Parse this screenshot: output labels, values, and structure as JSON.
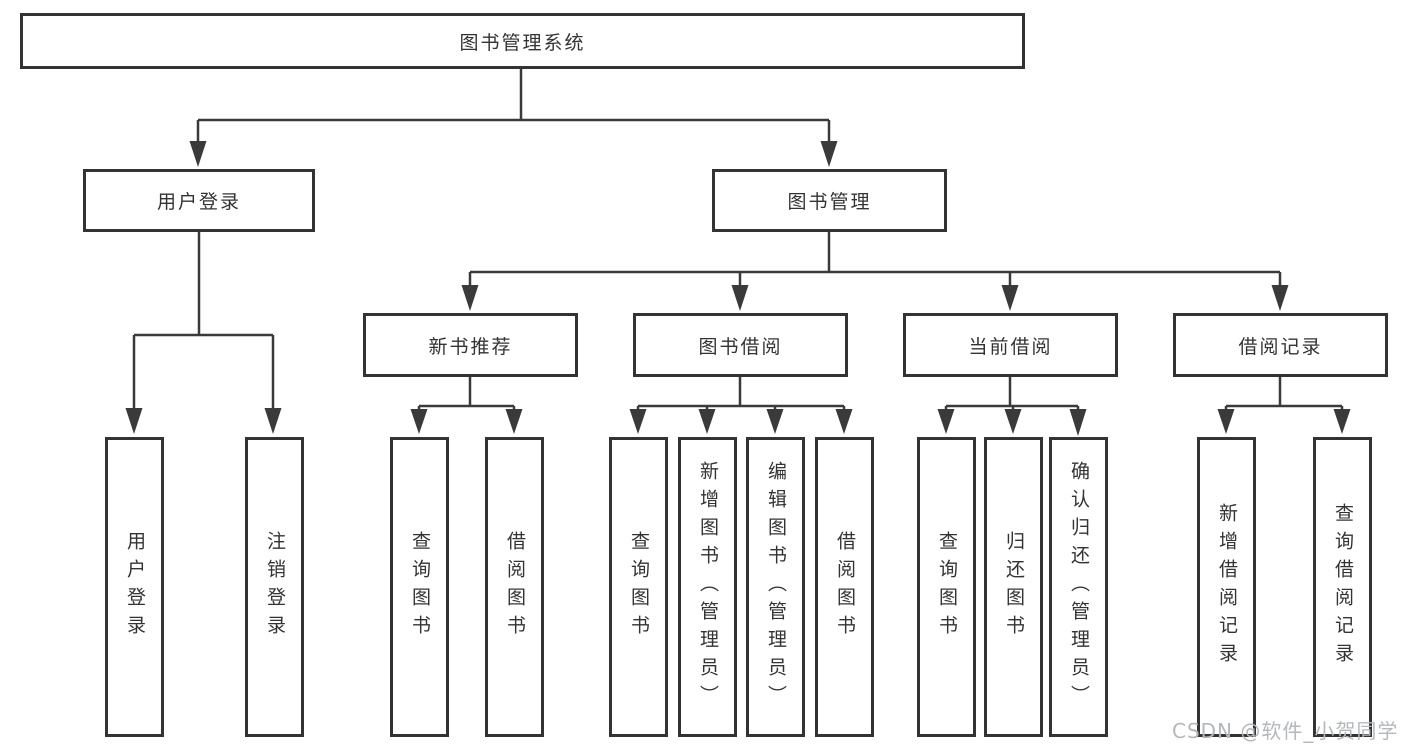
{
  "nodes": {
    "root": "图书管理系统",
    "user_login": "用户登录",
    "book_management": "图书管理",
    "new_book_recommend": "新书推荐",
    "book_borrow": "图书借阅",
    "current_borrow": "当前借阅",
    "borrow_records": "借阅记录",
    "leaf_user_login": "用户登录",
    "leaf_logout": "注销登录",
    "recommend_query_book": "查询图书",
    "recommend_borrow_book": "借阅图书",
    "borrow_query_book": "查询图书",
    "borrow_add_book": "新增图书（管理员）",
    "borrow_edit_book": "编辑图书（管理员）",
    "borrow_borrow_book": "借阅图书",
    "current_query_book": "查询图书",
    "current_return_book": "归还图书",
    "current_confirm_return": "确认归还（管理员）",
    "records_add_record": "新增借阅记录",
    "records_query_record": "查询借阅记录"
  },
  "watermark": "CSDN @软件_小贺同学",
  "colors": {
    "line": "#3a3a3a",
    "box_border": "#333333",
    "text": "#333333",
    "watermark": "#b4b8bb",
    "background": "#ffffff"
  }
}
